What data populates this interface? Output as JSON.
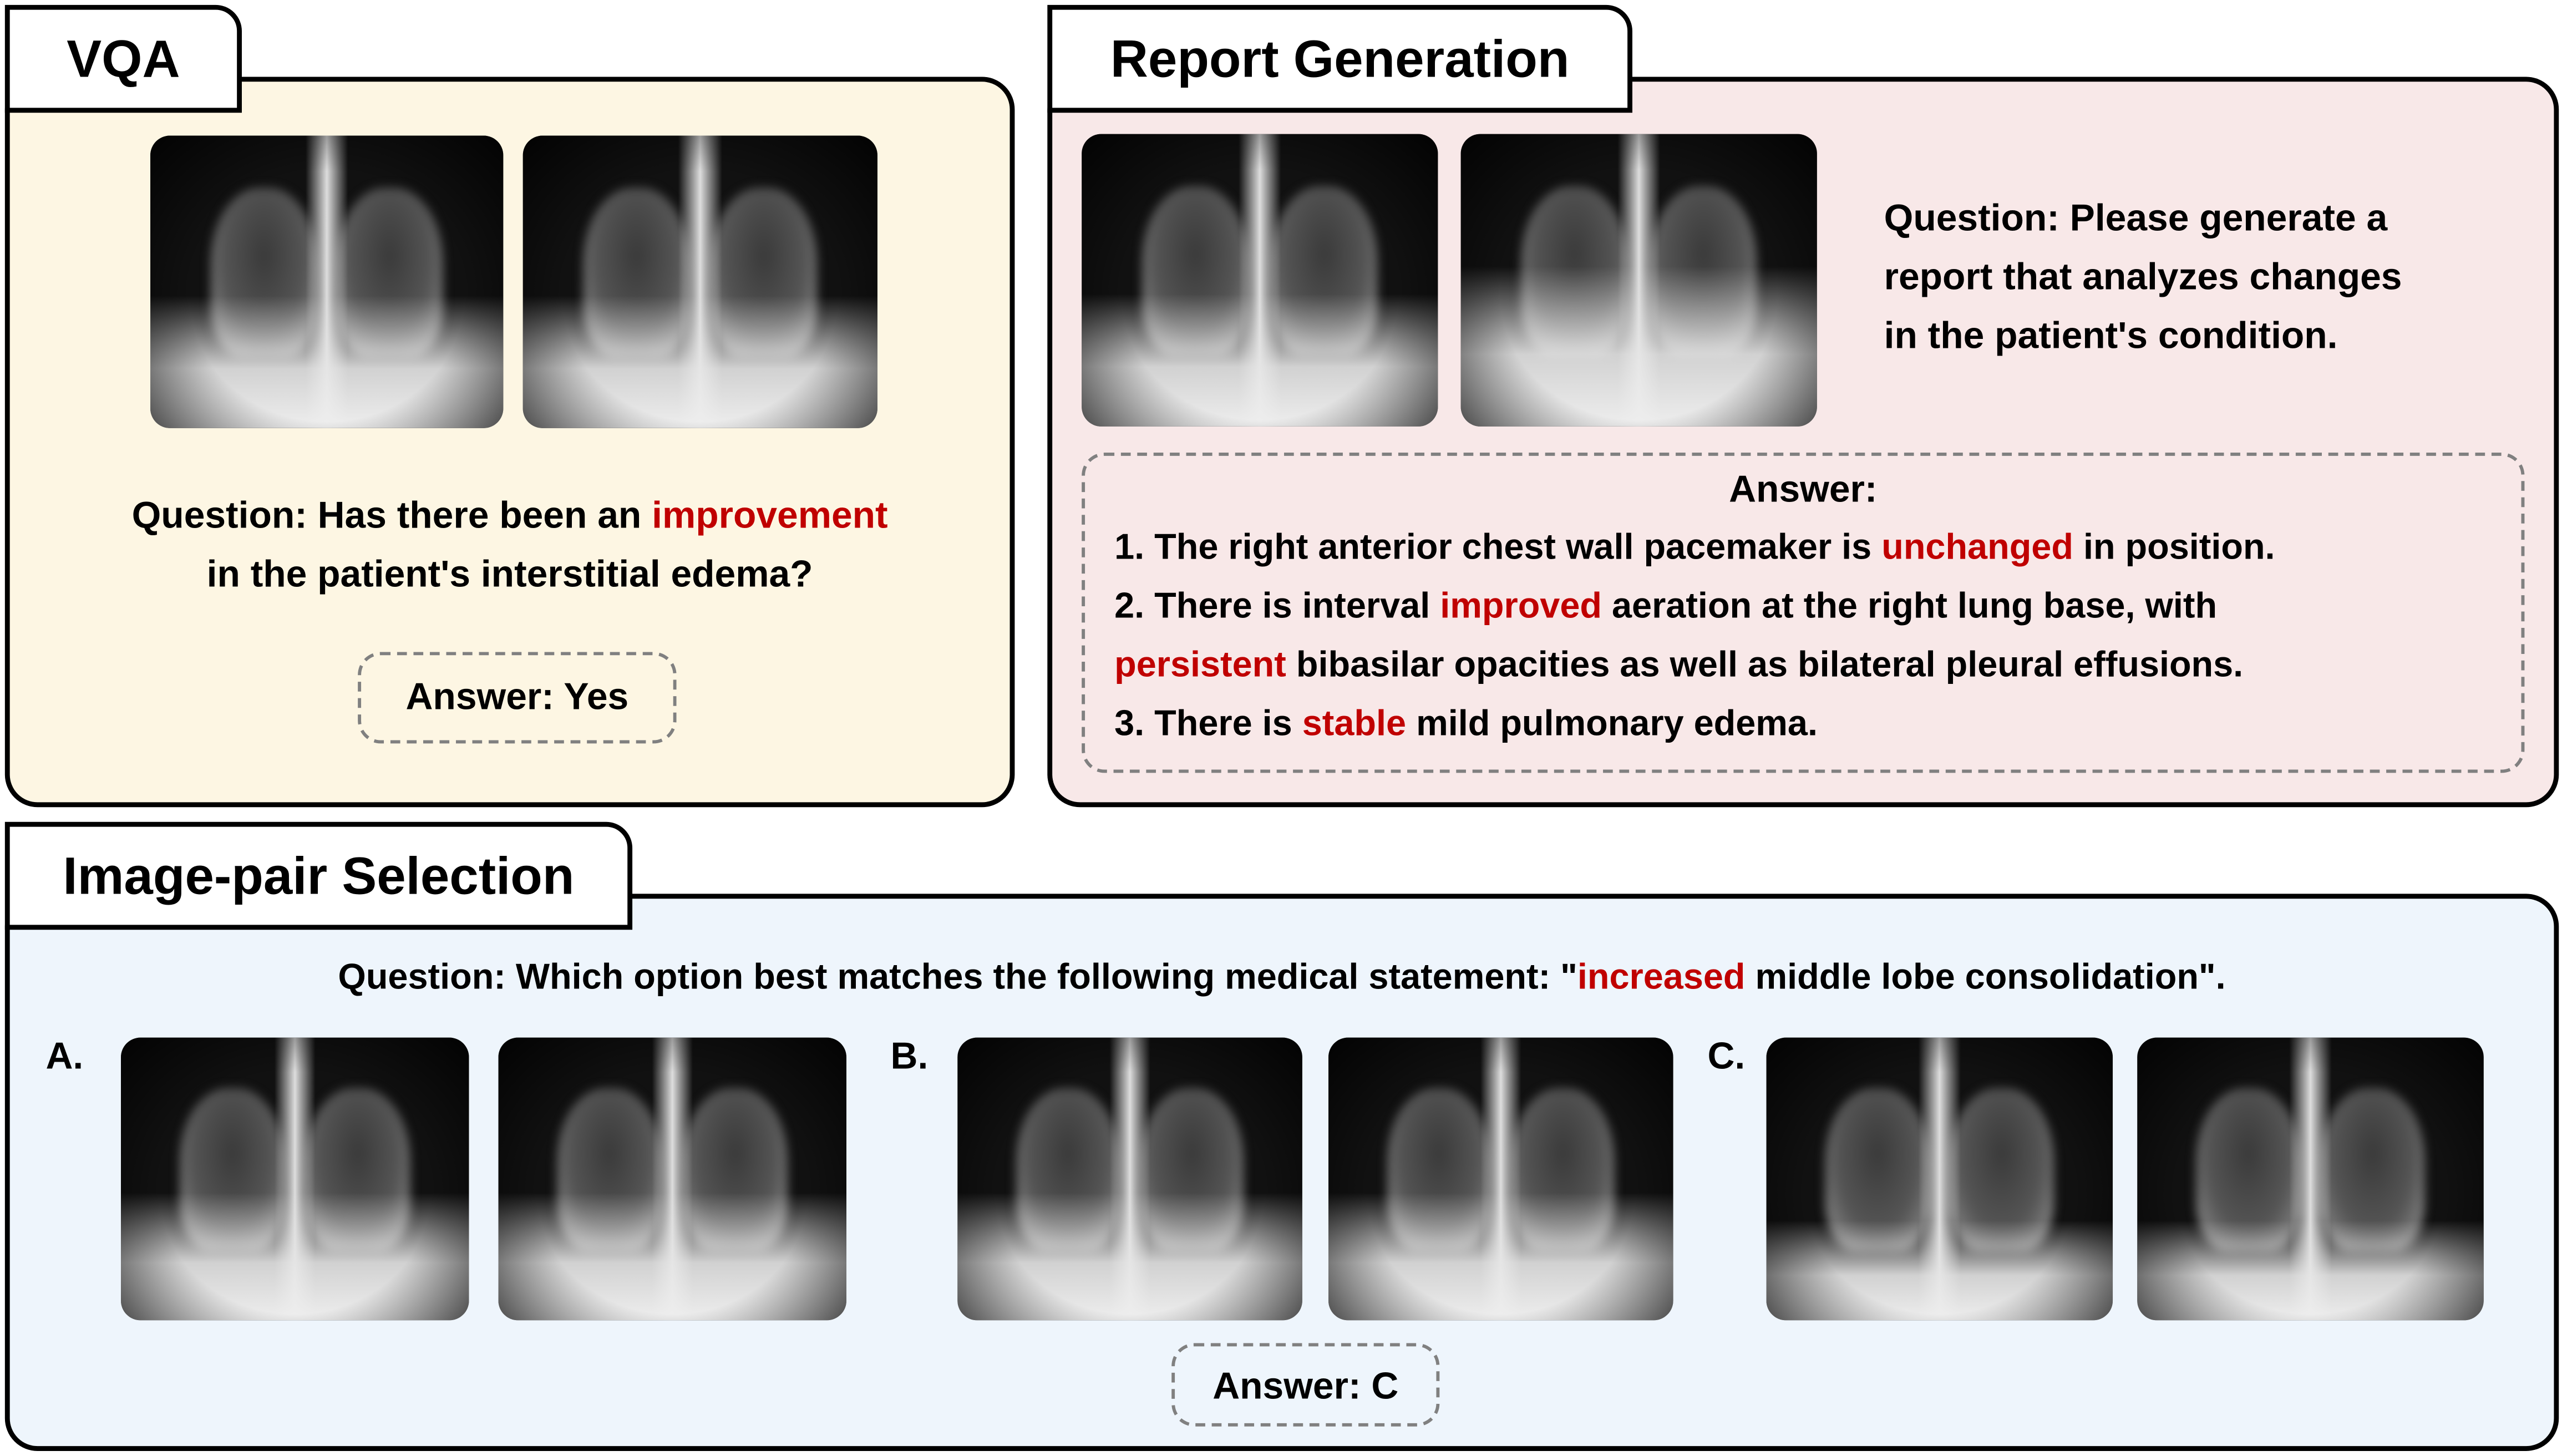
{
  "colors": {
    "vqa_bg": "#fdf6e3",
    "report_bg": "#f8e8e8",
    "selection_bg": "#eef5fc",
    "highlight": "#c00000",
    "dash": "#808080"
  },
  "vqa": {
    "title": "VQA",
    "question": [
      {
        "text": "Question: Has there been an "
      },
      {
        "text": "improvement",
        "highlight": true
      }
    ],
    "question_line2": "in the patient's interstitial edema?",
    "answer": "Answer: Yes"
  },
  "report": {
    "title": "Report Generation",
    "question_lines": [
      "Question: Please generate a",
      "report that analyzes changes",
      "in the patient's condition."
    ],
    "answer_title": "Answer:",
    "line1": {
      "a": "1. The right anterior chest wall pacemaker is ",
      "b": "unchanged",
      "c": " in position."
    },
    "line2": {
      "a": "2. There is interval ",
      "b": "improved",
      "c": " aeration at the right lung base, with"
    },
    "line3": {
      "b": "persistent",
      "c": " bibasilar opacities as well as bilateral pleural effusions."
    },
    "line4": {
      "a": "3. There is ",
      "b": "stable",
      "c": " mild pulmonary edema."
    }
  },
  "selection": {
    "title": "Image-pair Selection",
    "question": {
      "a": "Question: Which option best matches the following medical statement: \"",
      "b": "increased",
      "c": " middle lobe consolidation\"."
    },
    "options": [
      "A.",
      "B.",
      "C."
    ],
    "answer": "Answer: C"
  }
}
